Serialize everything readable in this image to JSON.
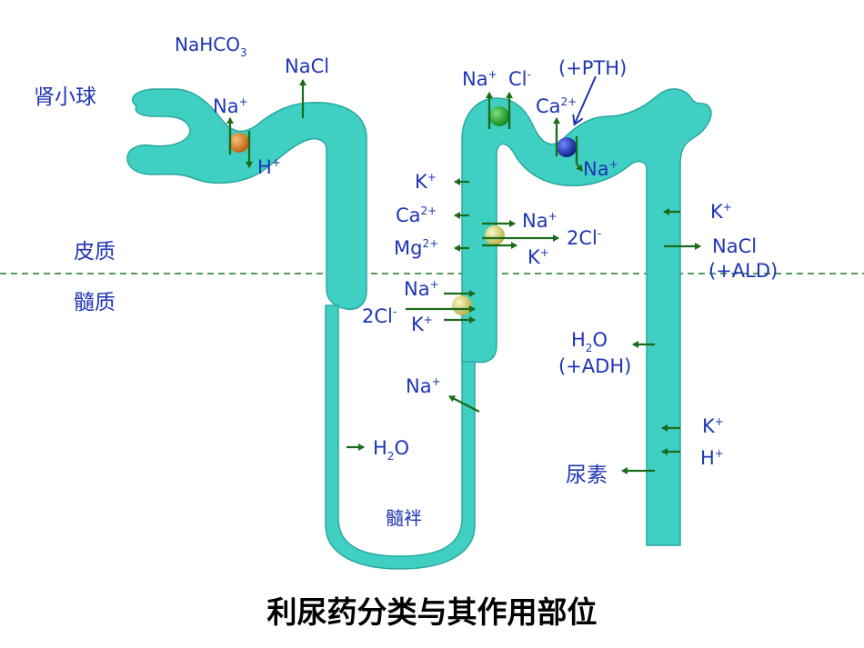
{
  "colors": {
    "tubule": "#40cfc3",
    "tubule_edge": "#2aa89f",
    "label": "#1f35b5",
    "arrow": "#1a6b1a",
    "dashed_line": "#1f7a1f",
    "transporter_orange": "#d9771a",
    "transporter_green": "#1fae2c",
    "transporter_blue": "#1a2fb8",
    "transporter_yellow": "#d8d46a",
    "pth_arrow": "#1f35b5"
  },
  "title": "利尿药分类与其作用部位",
  "regions": {
    "glomerulus": "肾小球",
    "cortex": "皮质",
    "medulla": "髓质",
    "loop": "髓袢"
  },
  "labels": {
    "nahco3": "NaHCO",
    "nahco3_sub": "3",
    "nacl_pct": "NaCl",
    "na_pct": "Na",
    "h_pct": "H",
    "na_dct": "Na",
    "cl_dct": "Cl",
    "pth": "(+PTH)",
    "ca_dct": "Ca",
    "ca_dct_sup": "2+",
    "na_dct2": "Na",
    "k_tal": "K",
    "ca_tal": "Ca",
    "ca_tal_sup": "2+",
    "mg_tal": "Mg",
    "mg_tal_sup": "2+",
    "na_tal": "Na",
    "cl2_tal": "2Cl",
    "k_tal2": "K",
    "na_med": "Na",
    "cl2_med": "2Cl",
    "k_med": "K",
    "na_loop": "Na",
    "h2o_desc": "H",
    "h2o_desc_tail": "O",
    "k_cd": "K",
    "nacl_cd": "NaCl",
    "ald": "(+ALD)",
    "h2o_cd": "H",
    "h2o_cd_tail": "O",
    "adh": "(+ADH)",
    "k_cd2": "K",
    "h_cd": "H",
    "urea": "尿素",
    "plus": "+",
    "minus": "-",
    "two": "2"
  }
}
